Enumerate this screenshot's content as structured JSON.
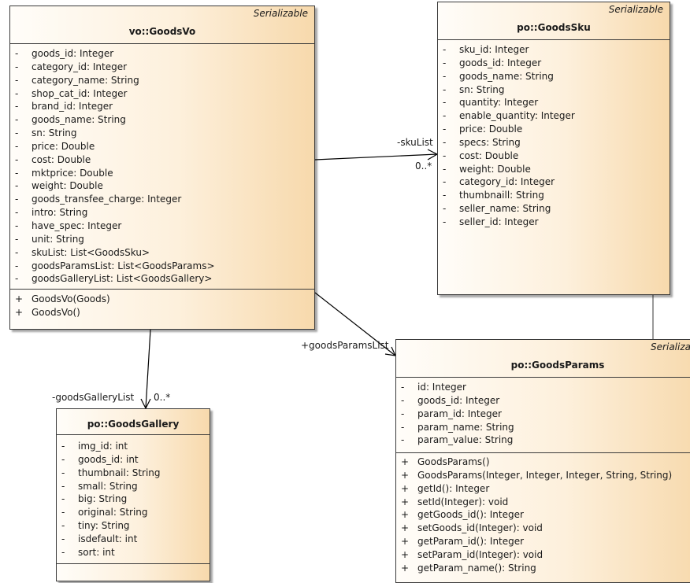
{
  "classes": {
    "goodsvo": {
      "stereotype": "Serializable",
      "name": "vo::GoodsVo",
      "attributes": [
        {
          "vis": "-",
          "text": "goods_id: Integer"
        },
        {
          "vis": "-",
          "text": "category_id: Integer"
        },
        {
          "vis": "-",
          "text": "category_name: String"
        },
        {
          "vis": "-",
          "text": "shop_cat_id: Integer"
        },
        {
          "vis": "-",
          "text": "brand_id: Integer"
        },
        {
          "vis": "-",
          "text": "goods_name: String"
        },
        {
          "vis": "-",
          "text": "sn: String"
        },
        {
          "vis": "-",
          "text": "price: Double"
        },
        {
          "vis": "-",
          "text": "cost: Double"
        },
        {
          "vis": "-",
          "text": "mktprice: Double"
        },
        {
          "vis": "-",
          "text": "weight: Double"
        },
        {
          "vis": "-",
          "text": "goods_transfee_charge: Integer"
        },
        {
          "vis": "-",
          "text": "intro: String"
        },
        {
          "vis": "-",
          "text": "have_spec: Integer"
        },
        {
          "vis": "-",
          "text": "unit: String"
        },
        {
          "vis": "-",
          "text": "skuList: List<GoodsSku>"
        },
        {
          "vis": "-",
          "text": "goodsParamsList: List<GoodsParams>"
        },
        {
          "vis": "-",
          "text": "goodsGalleryList: List<GoodsGallery>"
        }
      ],
      "operations": [
        {
          "vis": "+",
          "text": "GoodsVo(Goods)"
        },
        {
          "vis": "+",
          "text": "GoodsVo()"
        }
      ]
    },
    "goodssku": {
      "stereotype": "Serializable",
      "name": "po::GoodsSku",
      "attributes": [
        {
          "vis": "-",
          "text": "sku_id: Integer"
        },
        {
          "vis": "-",
          "text": "goods_id: Integer"
        },
        {
          "vis": "-",
          "text": "goods_name: String"
        },
        {
          "vis": "-",
          "text": "sn: String"
        },
        {
          "vis": "-",
          "text": "quantity: Integer"
        },
        {
          "vis": "-",
          "text": "enable_quantity: Integer"
        },
        {
          "vis": "-",
          "text": "price: Double"
        },
        {
          "vis": "-",
          "text": "specs: String"
        },
        {
          "vis": "-",
          "text": "cost: Double"
        },
        {
          "vis": "-",
          "text": "weight: Double"
        },
        {
          "vis": "-",
          "text": "category_id: Integer"
        },
        {
          "vis": "-",
          "text": "thumbnaill: String"
        },
        {
          "vis": "-",
          "text": "seller_name: String"
        },
        {
          "vis": "-",
          "text": "seller_id: Integer"
        }
      ]
    },
    "goodsparams": {
      "stereotype": "Serializa",
      "name": "po::GoodsParams",
      "attributes": [
        {
          "vis": "-",
          "text": "id: Integer"
        },
        {
          "vis": "-",
          "text": "goods_id: Integer"
        },
        {
          "vis": "-",
          "text": "param_id: Integer"
        },
        {
          "vis": "-",
          "text": "param_name: String"
        },
        {
          "vis": "-",
          "text": "param_value: String"
        }
      ],
      "operations": [
        {
          "vis": "+",
          "text": "GoodsParams()"
        },
        {
          "vis": "+",
          "text": "GoodsParams(Integer, Integer, Integer, String, String)"
        },
        {
          "vis": "+",
          "text": "getId(): Integer"
        },
        {
          "vis": "+",
          "text": "setId(Integer): void"
        },
        {
          "vis": "+",
          "text": "getGoods_id(): Integer"
        },
        {
          "vis": "+",
          "text": "setGoods_id(Integer): void"
        },
        {
          "vis": "+",
          "text": "getParam_id(): Integer"
        },
        {
          "vis": "+",
          "text": "setParam_id(Integer): void"
        },
        {
          "vis": "+",
          "text": "getParam_name(): String"
        }
      ]
    },
    "goodsgallery": {
      "name": "po::GoodsGallery",
      "attributes": [
        {
          "vis": "-",
          "text": "img_id: int"
        },
        {
          "vis": "-",
          "text": "goods_id: int"
        },
        {
          "vis": "-",
          "text": "thumbnail: String"
        },
        {
          "vis": "-",
          "text": "small: String"
        },
        {
          "vis": "-",
          "text": "big: String"
        },
        {
          "vis": "-",
          "text": "original: String"
        },
        {
          "vis": "-",
          "text": "tiny: String"
        },
        {
          "vis": "-",
          "text": "isdefault: int"
        },
        {
          "vis": "-",
          "text": "sort: int"
        }
      ]
    }
  },
  "associations": {
    "sku": {
      "role": "-skuList",
      "multiplicity": "0..*"
    },
    "params": {
      "role": "+goodsParamsList"
    },
    "gallery": {
      "role": "-goodsGalleryList",
      "multiplicity": "0..*"
    }
  },
  "colors": {
    "border": "#3a3a3a",
    "fill_light": "#fffdf9",
    "fill_dark": "#f7d9ac",
    "connector": "#9a9a9a"
  }
}
